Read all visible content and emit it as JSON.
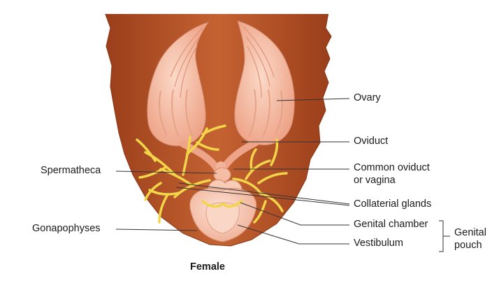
{
  "caption": "Female",
  "labels": {
    "ovary": "Ovary",
    "oviduct": "Oviduct",
    "spermatheca": "Spermatheca",
    "common_oviduct_line1": "Common oviduct",
    "common_oviduct_line2": "or vagina",
    "collaterial_glands": "Collaterial glands",
    "gonapophyses": "Gonapophyses",
    "genital_chamber": "Genital chamber",
    "vestibulum": "Vestibulum",
    "genital_pouch_line1": "Genital",
    "genital_pouch_line2": "pouch"
  },
  "colors": {
    "abdomen": "#b8542a",
    "abdomen_dark": "#8f3a18",
    "ovary": "#f2b49a",
    "ovary_light": "#f8d2c0",
    "gland": "#f2d64a",
    "leader": "#333333"
  }
}
